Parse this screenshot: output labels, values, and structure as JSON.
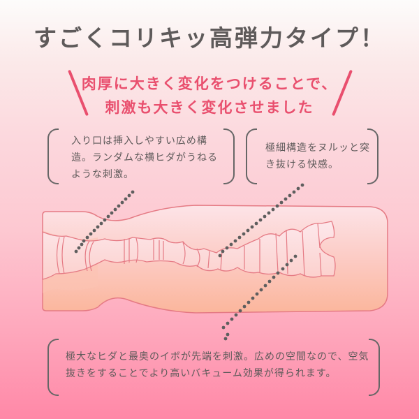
{
  "header": {
    "title": "すごくコリキッ高弾力タイプ！",
    "subtitle_line1": "肉厚に大きく変化をつけることで、",
    "subtitle_line2": "刺激も大きく変化させました"
  },
  "callouts": [
    {
      "text": "入り口は挿入しやすい広め構造。ランダムな横ヒダがうねるような刺激。"
    },
    {
      "text": "極細構造をヌルッと突き抜ける快感。"
    },
    {
      "text": "極大なヒダと最奥のイボが先端を刺激。広めの空間なので、空気抜きをすることでより高いバキューム効果が得られます。"
    }
  ],
  "colors": {
    "accent": "#e94f6e",
    "text": "#5e5a5a",
    "bottle_outline": "#e57a84",
    "bottle_fill_top": "#fde6ea",
    "bottle_fill_bottom": "#fbb79e"
  }
}
